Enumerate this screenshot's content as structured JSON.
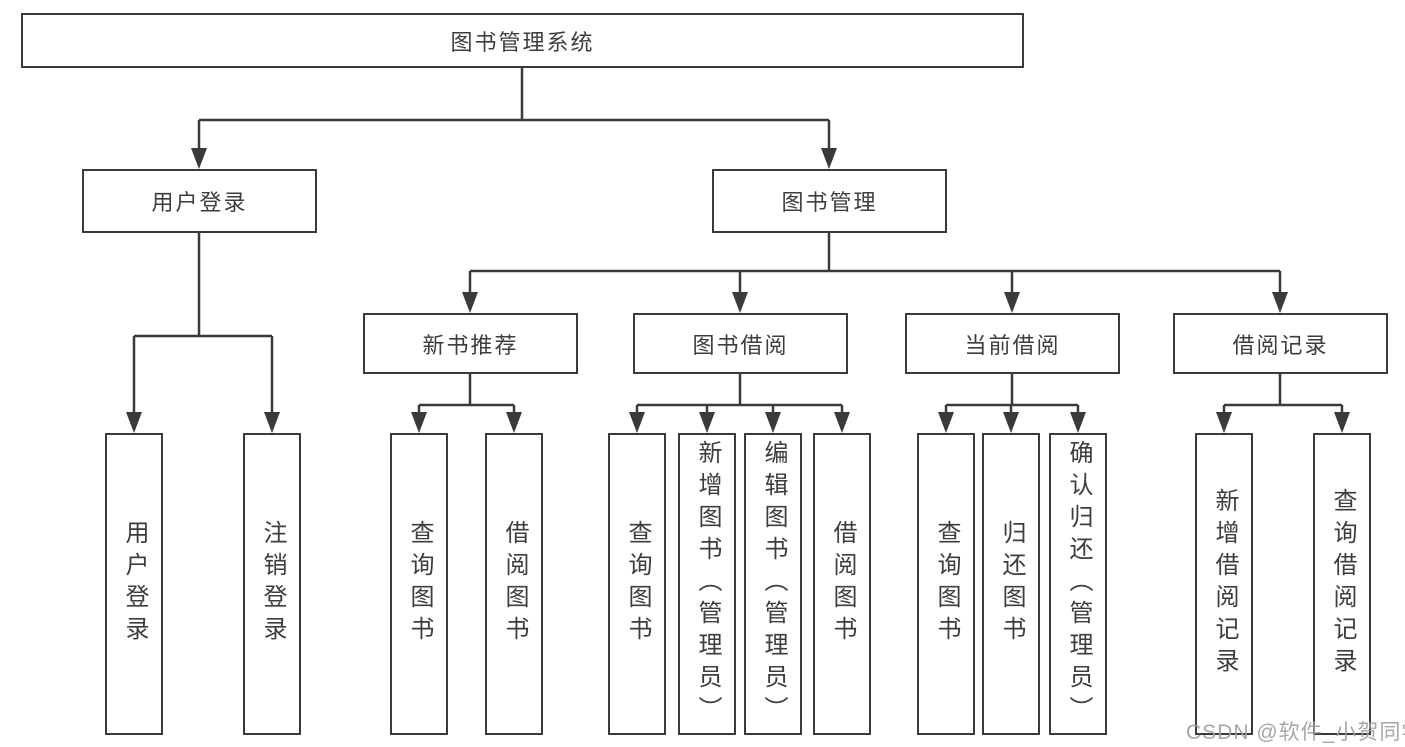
{
  "tree": {
    "root": {
      "label": "图书管理系统"
    },
    "branches": [
      {
        "label": "用户登录",
        "leaves": [
          "用户登录",
          "注销登录"
        ]
      },
      {
        "label": "图书管理",
        "groups": [
          {
            "label": "新书推荐",
            "leaves": [
              "查询图书",
              "借阅图书"
            ]
          },
          {
            "label": "图书借阅",
            "leaves": [
              "查询图书",
              "新增图书（管理员）",
              "编辑图书（管理员）",
              "借阅图书"
            ]
          },
          {
            "label": "当前借阅",
            "leaves": [
              "查询图书",
              "归还图书",
              "确认归还（管理员）"
            ]
          },
          {
            "label": "借阅记录",
            "leaves": [
              "新增借阅记录",
              "查询借阅记录"
            ]
          }
        ]
      }
    ]
  },
  "watermark": {
    "text": "CSDN @软件_小贺同学"
  },
  "colors": {
    "line": "#3a3a3a",
    "text": "#3d3d3d",
    "watermark": "#9e9e9e",
    "background": "#ffffff"
  }
}
